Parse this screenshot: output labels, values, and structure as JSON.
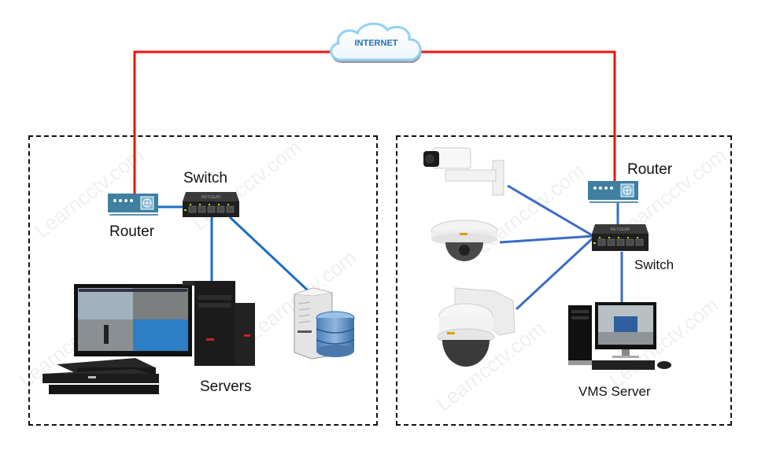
{
  "diagram": {
    "watermark": "Learncctv.com",
    "colors": {
      "internet_link": "#ee1111",
      "lan_link_left": "#1a6fc4",
      "lan_link_right": "#3a6cc8",
      "router_body": "#3f7fa0",
      "switch_body": "#2b2b2b",
      "switch_port_led": "#b6e000",
      "zone_border": "#111111",
      "cloud_fill": "#ffffff",
      "cloud_outline": "#8fd3f0",
      "cloud_text": "#1f6fb5"
    },
    "internet": {
      "label": "INTERNET",
      "icon": "cloud-icon"
    },
    "left_site": {
      "router": {
        "label": "Router",
        "icon": "router-icon"
      },
      "switch": {
        "label": "Switch",
        "icon": "network-switch-icon",
        "brand": "NETGEAR"
      },
      "servers": {
        "label": "Servers",
        "icon": "nvr-servers-icon"
      },
      "storage": {
        "icon": "database-server-icon"
      }
    },
    "right_site": {
      "router": {
        "label": "Router",
        "icon": "router-icon"
      },
      "switch": {
        "label": "Switch",
        "icon": "network-switch-icon",
        "brand": "NETGEAR"
      },
      "cameras": [
        {
          "type": "bullet",
          "icon": "bullet-camera-icon"
        },
        {
          "type": "dome",
          "icon": "dome-camera-icon"
        },
        {
          "type": "ptz",
          "icon": "ptz-camera-icon"
        }
      ],
      "vms_server": {
        "label": "VMS Server",
        "icon": "desktop-pc-icon"
      }
    }
  }
}
